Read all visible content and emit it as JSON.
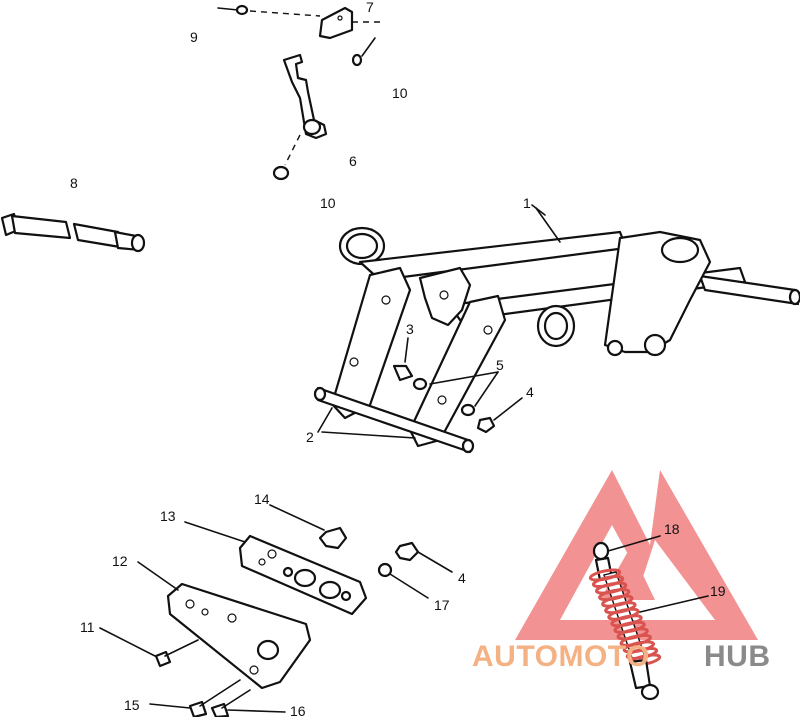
{
  "callouts": [
    {
      "id": "1",
      "label": "1"
    },
    {
      "id": "2",
      "label": "2"
    },
    {
      "id": "3",
      "label": "3"
    },
    {
      "id": "4",
      "label": "4"
    },
    {
      "id": "4b",
      "label": "4"
    },
    {
      "id": "5",
      "label": "5"
    },
    {
      "id": "6",
      "label": "6"
    },
    {
      "id": "7",
      "label": "7"
    },
    {
      "id": "8",
      "label": "8"
    },
    {
      "id": "9",
      "label": "9"
    },
    {
      "id": "10",
      "label": "10"
    },
    {
      "id": "10b",
      "label": "10"
    },
    {
      "id": "11",
      "label": "11"
    },
    {
      "id": "12",
      "label": "12"
    },
    {
      "id": "13",
      "label": "13"
    },
    {
      "id": "14",
      "label": "14"
    },
    {
      "id": "15",
      "label": "15"
    },
    {
      "id": "16",
      "label": "16"
    },
    {
      "id": "17",
      "label": "17"
    },
    {
      "id": "18",
      "label": "18"
    },
    {
      "id": "19",
      "label": "19"
    }
  ],
  "watermark": {
    "text_part1": "AUTOMOTO",
    "text_part2": "HUB",
    "color_part1": "#f4b183",
    "color_part2": "#8a8a8a",
    "triangle_color": "#f08080",
    "icon": "triangle-logo-icon"
  },
  "spring_color": "#d9534f"
}
